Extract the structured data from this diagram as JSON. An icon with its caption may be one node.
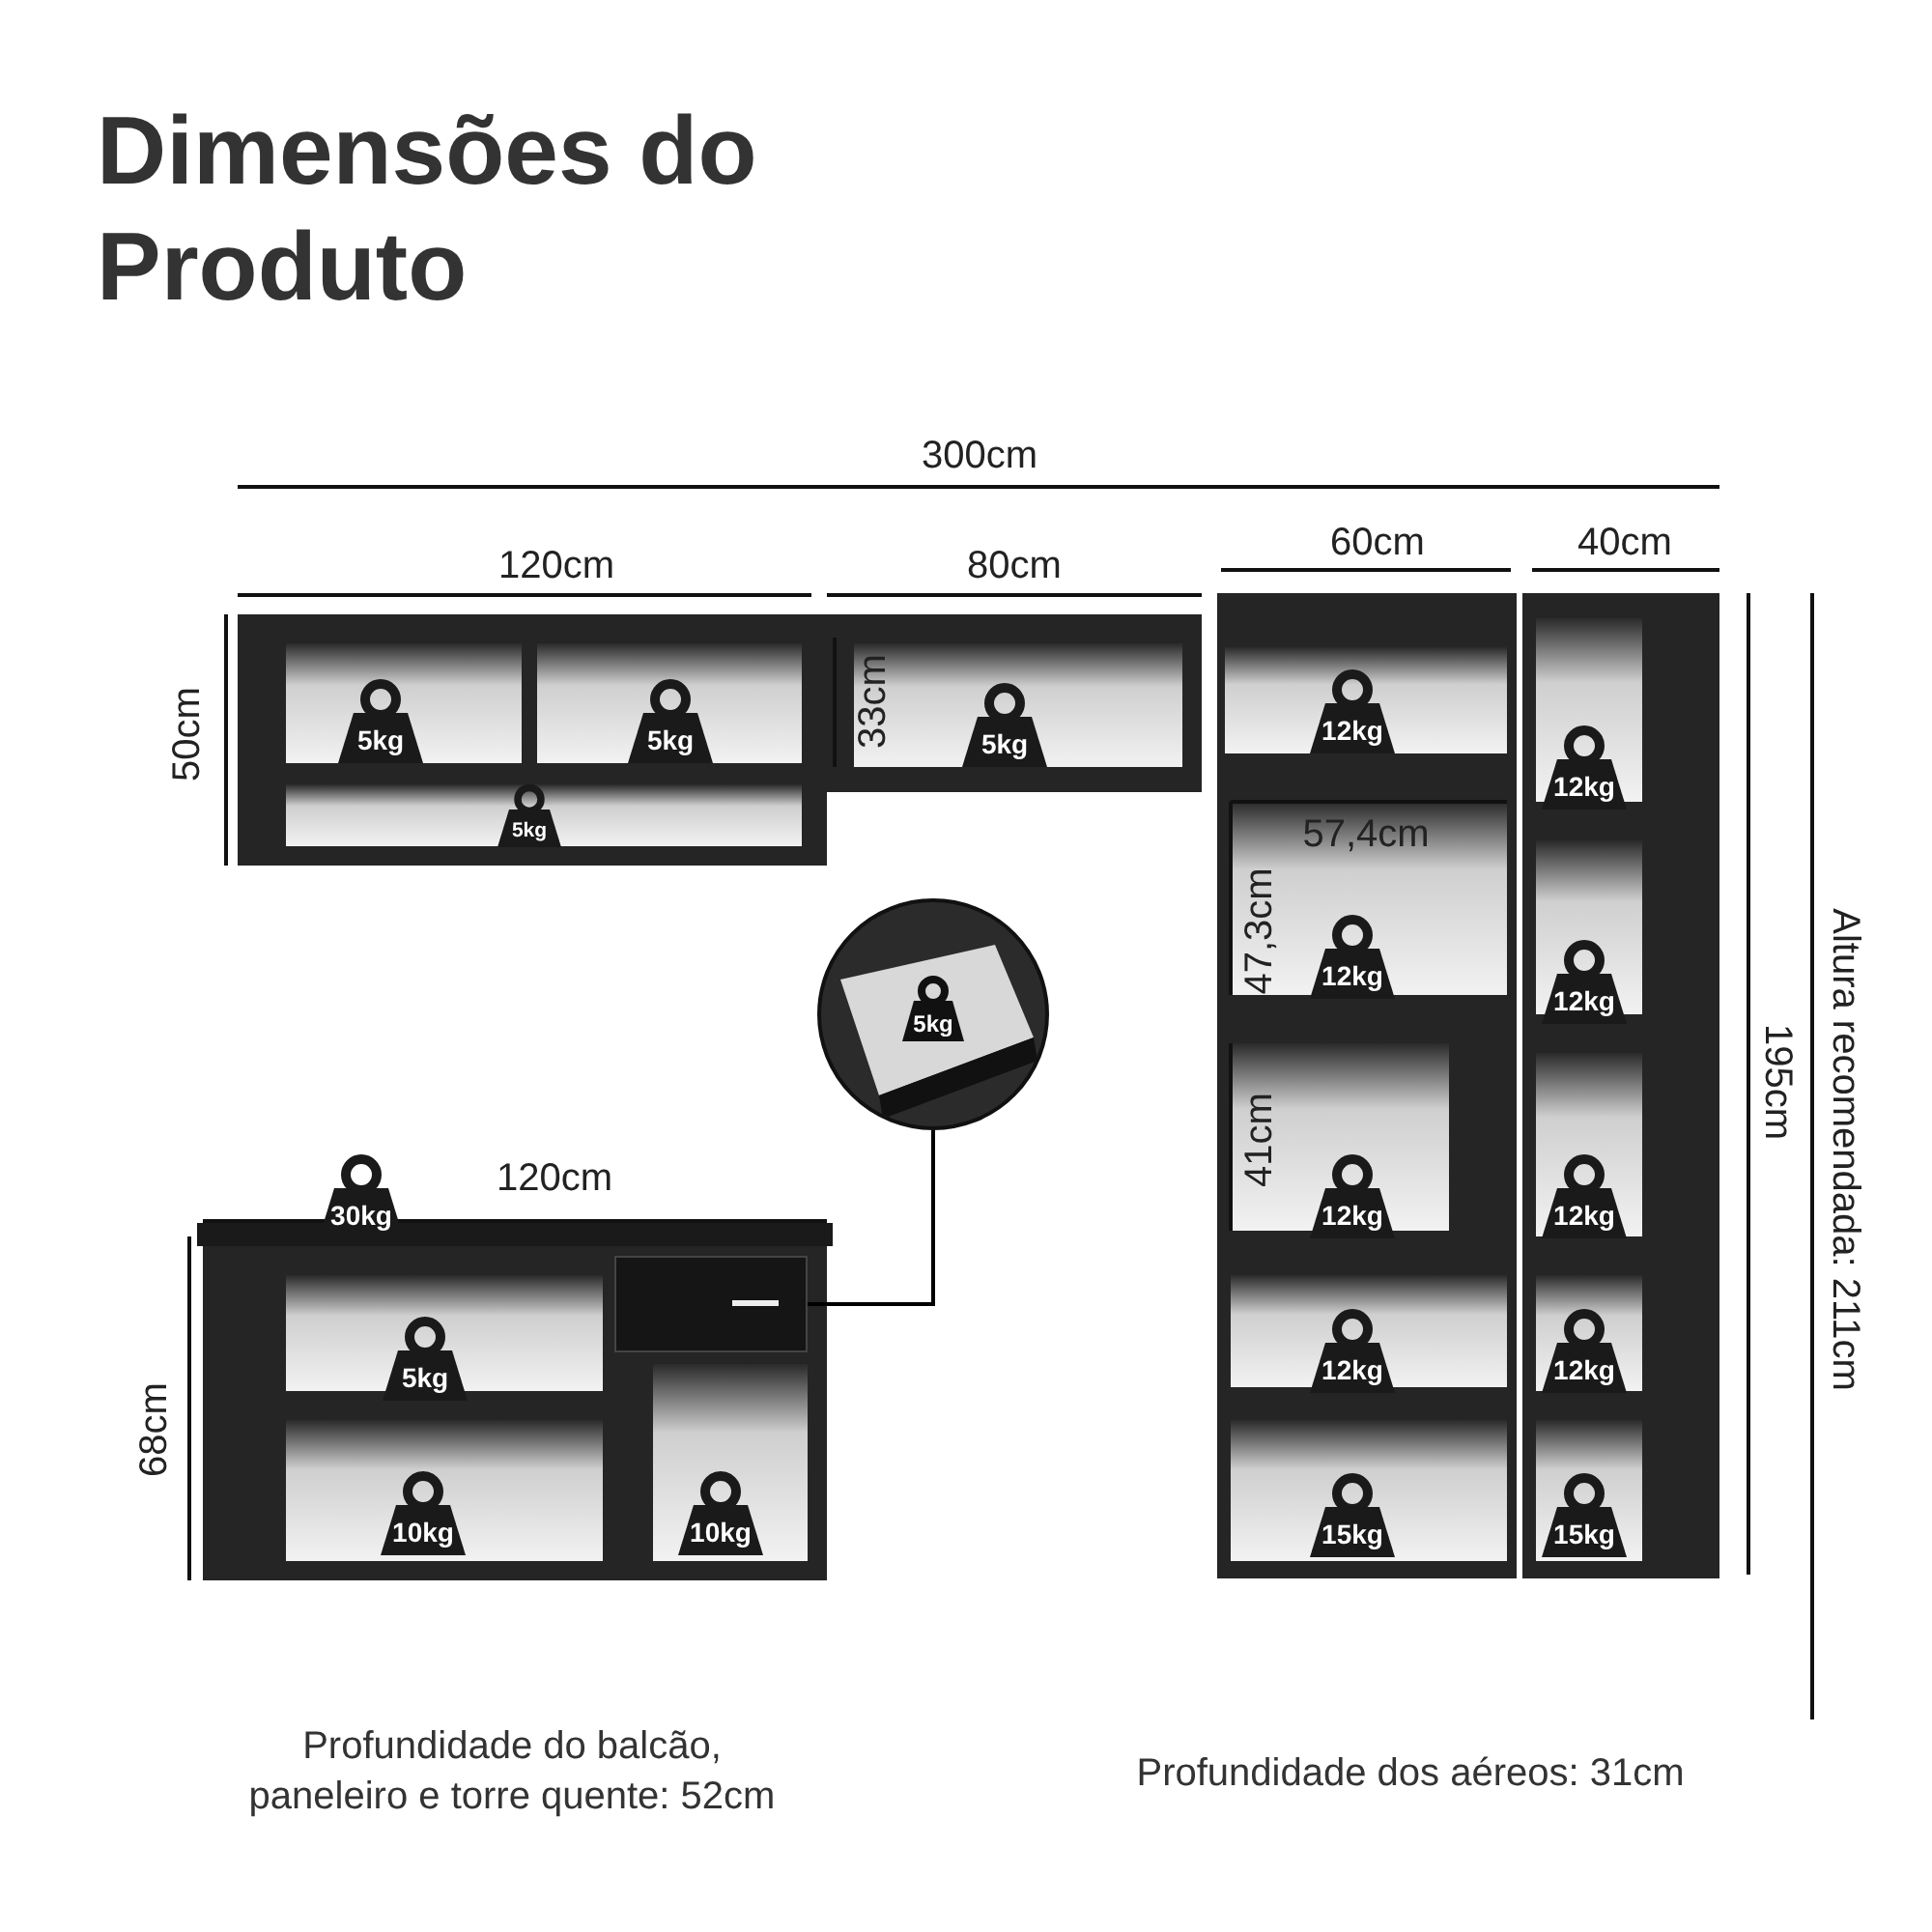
{
  "diagram": {
    "title": "Dimensões do Produto",
    "nodes": [
      {
        "text": [
          "5kg"
        ]
      },
      {
        "text": [],
        "shape": "box"
      }
    ],
    "edges": [
      {
        "from": 0,
        "to": 1,
        "arrow": "none"
      }
    ],
    "labels": [
      "300cm",
      "120cm",
      "80cm",
      "60cm",
      "40cm",
      "50cm",
      "33cm",
      "5kg",
      "5kg",
      "12kg",
      "5kg",
      "12kg",
      "5kg",
      "57,4cm",
      "47,3cm",
      "12kg",
      "12kg",
      "195cm",
      "Altura recomendada: 211cm",
      "41cm",
      "12kg",
      "12kg",
      "120cm",
      "30kg",
      "5kg",
      "12kg",
      "12kg",
      "68cm",
      "10kg",
      "10kg",
      "15kg",
      "15kg",
      "Profundidade do balcão, paneleiro e torre quente: 52cm",
      "Profundidade dos aéreos: 31cm"
    ]
  }
}
